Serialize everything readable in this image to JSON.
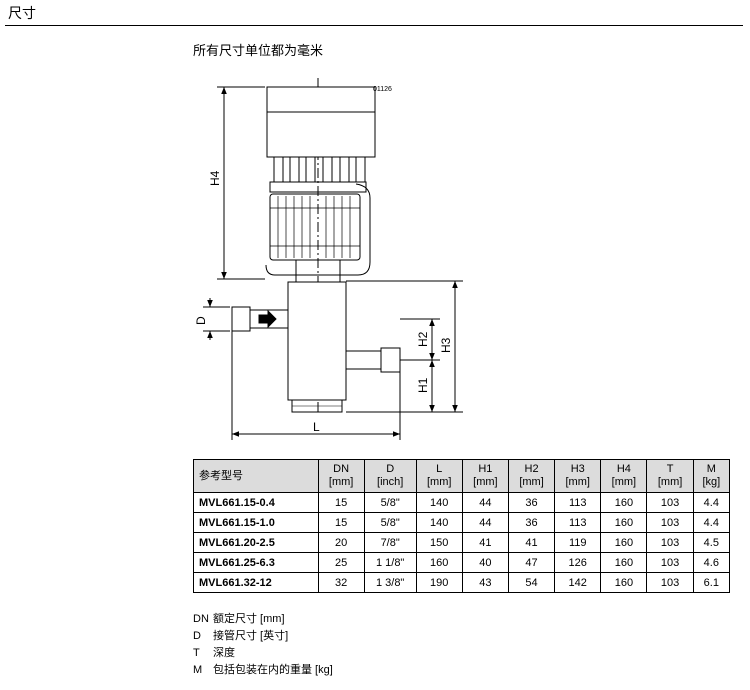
{
  "section_title": "尺寸",
  "subtitle": "所有尺寸单位都为毫米",
  "drawing": {
    "drawing_id": "01126",
    "labels": {
      "h4": "H4",
      "d": "D",
      "h2": "H2",
      "h3": "H3",
      "h1": "H1",
      "l": "L"
    }
  },
  "table": {
    "headers": [
      {
        "name": "参考型号",
        "unit": ""
      },
      {
        "name": "DN",
        "unit": "[mm]"
      },
      {
        "name": "D",
        "unit": "[inch]"
      },
      {
        "name": "L",
        "unit": "[mm]"
      },
      {
        "name": "H1",
        "unit": "[mm]"
      },
      {
        "name": "H2",
        "unit": "[mm]"
      },
      {
        "name": "H3",
        "unit": "[mm]"
      },
      {
        "name": "H4",
        "unit": "[mm]"
      },
      {
        "name": "T",
        "unit": "[mm]"
      },
      {
        "name": "M",
        "unit": "[kg]"
      }
    ],
    "rows": [
      [
        "MVL661.15-0.4",
        "15",
        "5/8\"",
        "140",
        "44",
        "36",
        "113",
        "160",
        "103",
        "4.4"
      ],
      [
        "MVL661.15-1.0",
        "15",
        "5/8\"",
        "140",
        "44",
        "36",
        "113",
        "160",
        "103",
        "4.4"
      ],
      [
        "MVL661.20-2.5",
        "20",
        "7/8\"",
        "150",
        "41",
        "41",
        "119",
        "160",
        "103",
        "4.5"
      ],
      [
        "MVL661.25-6.3",
        "25",
        "1 1/8\"",
        "160",
        "40",
        "47",
        "126",
        "160",
        "103",
        "4.6"
      ],
      [
        "MVL661.32-12",
        "32",
        "1 3/8\"",
        "190",
        "43",
        "54",
        "142",
        "160",
        "103",
        "6.1"
      ]
    ]
  },
  "legend": [
    {
      "symbol": "DN",
      "text": "额定尺寸 [mm]"
    },
    {
      "symbol": "D",
      "text": "接管尺寸 [英寸]"
    },
    {
      "symbol": "T",
      "text": "深度"
    },
    {
      "symbol": "M",
      "text": "包括包装在内的重量 [kg]"
    }
  ]
}
